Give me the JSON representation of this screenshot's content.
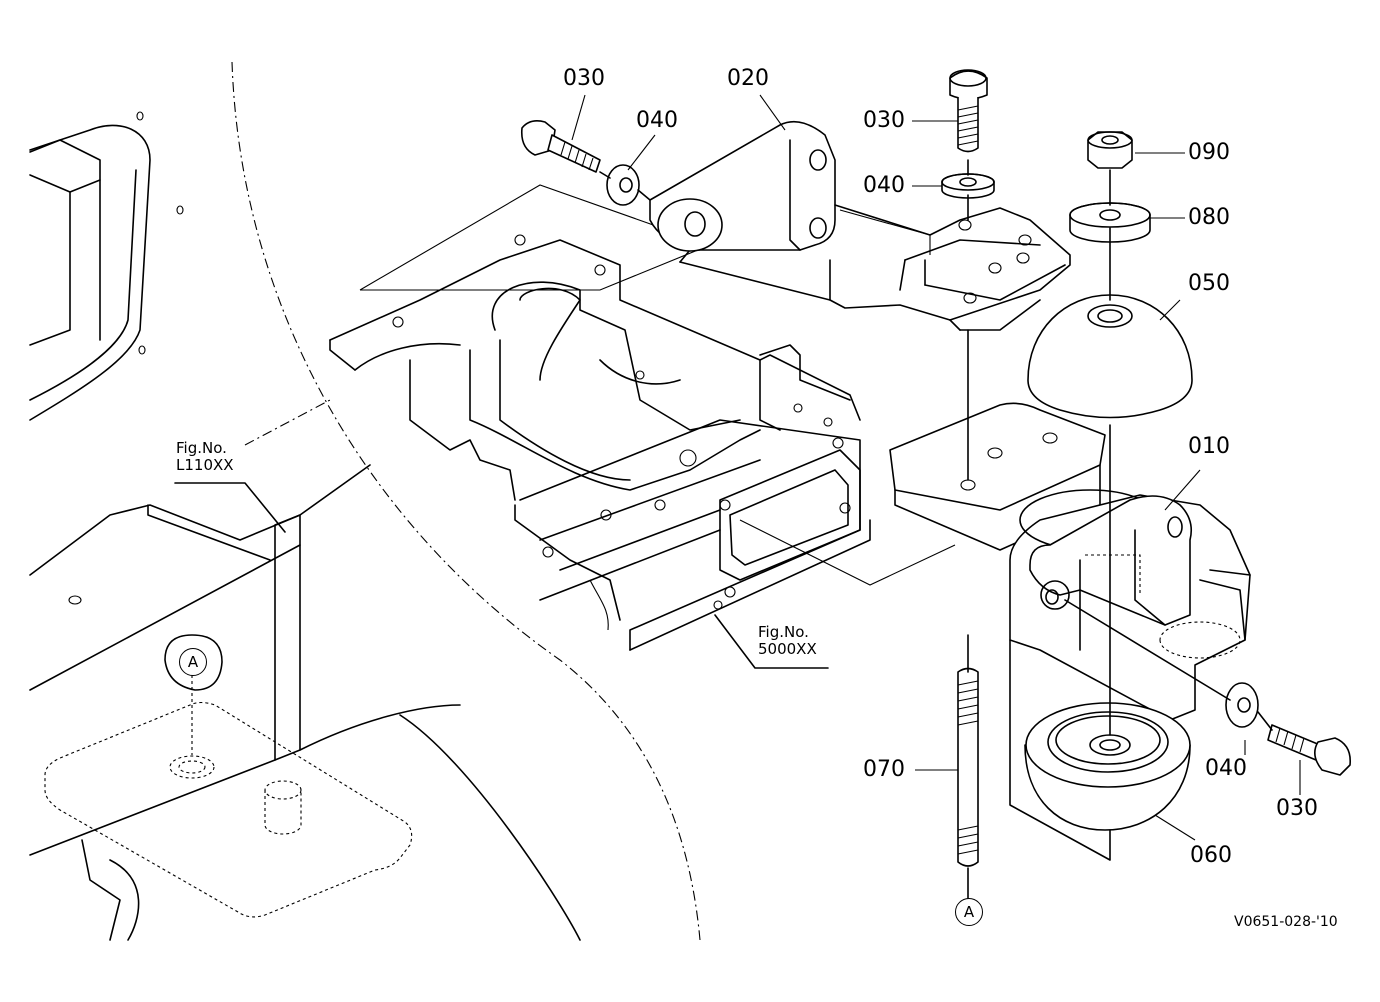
{
  "part_labels": {
    "p030_top_left": "030",
    "p040_top": "040",
    "p020": "020",
    "p030_top_right": "030",
    "p040_right": "040",
    "p090": "090",
    "p080": "080",
    "p050": "050",
    "p010": "010",
    "p070": "070",
    "p040_bottom": "040",
    "p030_bottom": "030",
    "p060": "060"
  },
  "figure_refs": {
    "ref1_line1": "Fig.No.",
    "ref1_line2": "L110XX",
    "ref2_line1": "Fig.No.",
    "ref2_line2": "5000XX"
  },
  "markers": {
    "a_left": "A",
    "a_bottom": "A"
  },
  "drawing_code": "V0651-028-'10"
}
